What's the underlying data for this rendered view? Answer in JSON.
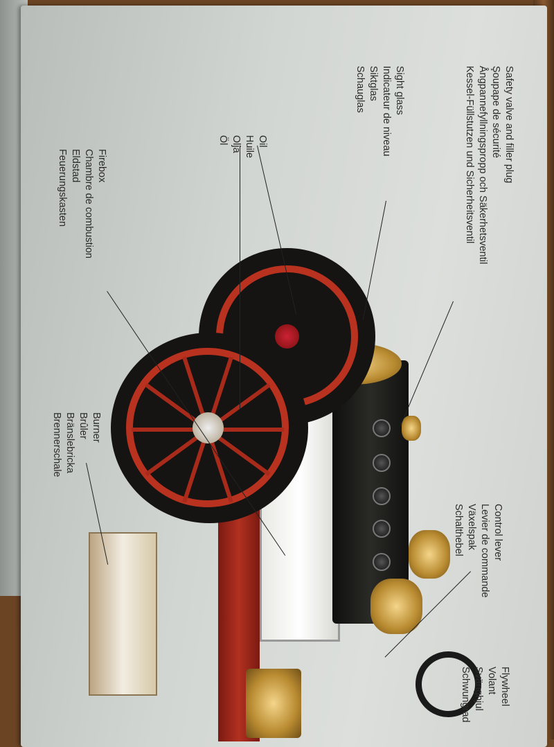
{
  "labels": {
    "safety_valve": [
      "Safety valve and filler plug",
      "Şoupape de sécurité",
      "Ångpannefyllningspropp och Säkerhetsventil",
      "Kessel-Füllstutzen und Sicherheitsventil"
    ],
    "sight_glass": [
      "Sight glass",
      "Indicateur de niveau",
      "Siktglas",
      "Schauglas"
    ],
    "oil": [
      "Oil",
      "Huile",
      "Olja",
      "Öl"
    ],
    "firebox": [
      "Firebox",
      "Chambre de combustion",
      "Eldstad",
      "Feuerungskasten"
    ],
    "burner": [
      "Burner",
      "Brûler",
      "Bränslebricka",
      "Brennerschale"
    ],
    "control_lever": [
      "Control lever",
      "Levier de commande",
      "Växelspak",
      "Schalthebel"
    ],
    "flywheel": [
      "Flywheel",
      "Volant",
      "Svänghjul",
      "Schwungrad"
    ]
  },
  "colors": {
    "wheel_rim": "#b8321f",
    "box": "#d2d6d2",
    "boiler": "#1a1a18",
    "brass": "#d4a84a"
  }
}
